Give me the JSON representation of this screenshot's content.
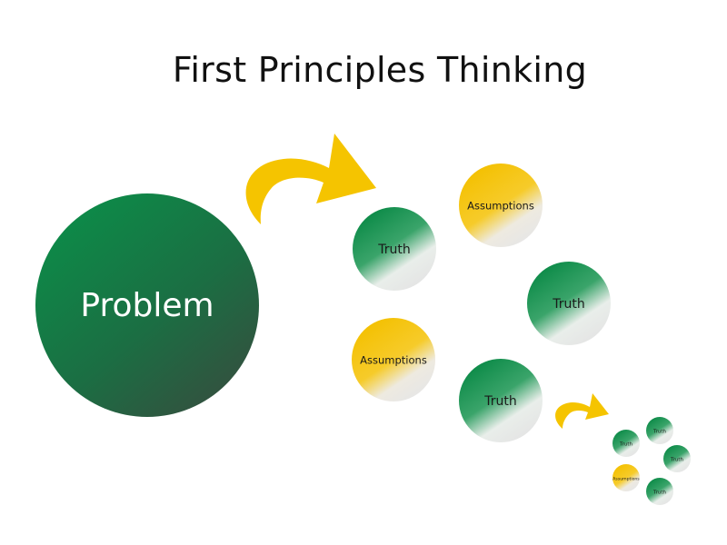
{
  "title": "First Principles Thinking",
  "problem": {
    "label": "Problem"
  },
  "nodes": [
    {
      "label": "Assumptions",
      "kind": "assumption"
    },
    {
      "label": "Truth",
      "kind": "truth"
    },
    {
      "label": "Truth",
      "kind": "truth"
    },
    {
      "label": "Assumptions",
      "kind": "assumption"
    },
    {
      "label": "Truth",
      "kind": "truth"
    }
  ],
  "small_nodes": [
    {
      "label": "Truth",
      "kind": "truth"
    },
    {
      "label": "Truth",
      "kind": "truth"
    },
    {
      "label": "Truth",
      "kind": "truth"
    },
    {
      "label": "Assumptions",
      "kind": "assumption"
    },
    {
      "label": "Truth",
      "kind": "truth"
    }
  ],
  "colors": {
    "green_dark": "#0e8a4a",
    "green_deep": "#2f4f3d",
    "yellow": "#f5c400",
    "fade": "#e8e8e8",
    "arrow": "#f5c400"
  }
}
